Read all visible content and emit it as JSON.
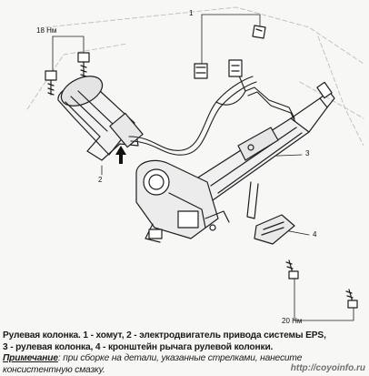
{
  "callouts": {
    "torque_top": "18 Нм",
    "label_1": "1",
    "label_2": "2",
    "label_3": "3",
    "label_4": "4",
    "torque_bottom": "20 Нм"
  },
  "caption": {
    "line1": "Рулевая колонка. 1 - хомут, 2 - электродвигатель привода системы EPS,",
    "line2": "3 - рулевая колонка, 4 - кронштейн рычага рулевой колонки.",
    "note_label": "Примечание",
    "note_line1_rest": ": при сборке на детали, указанные стрелками, нанесите",
    "note_line2": "консистентную смазку."
  },
  "watermark": "http://coyoinfo.ru",
  "icons": [
    "up-arrow-icon"
  ]
}
